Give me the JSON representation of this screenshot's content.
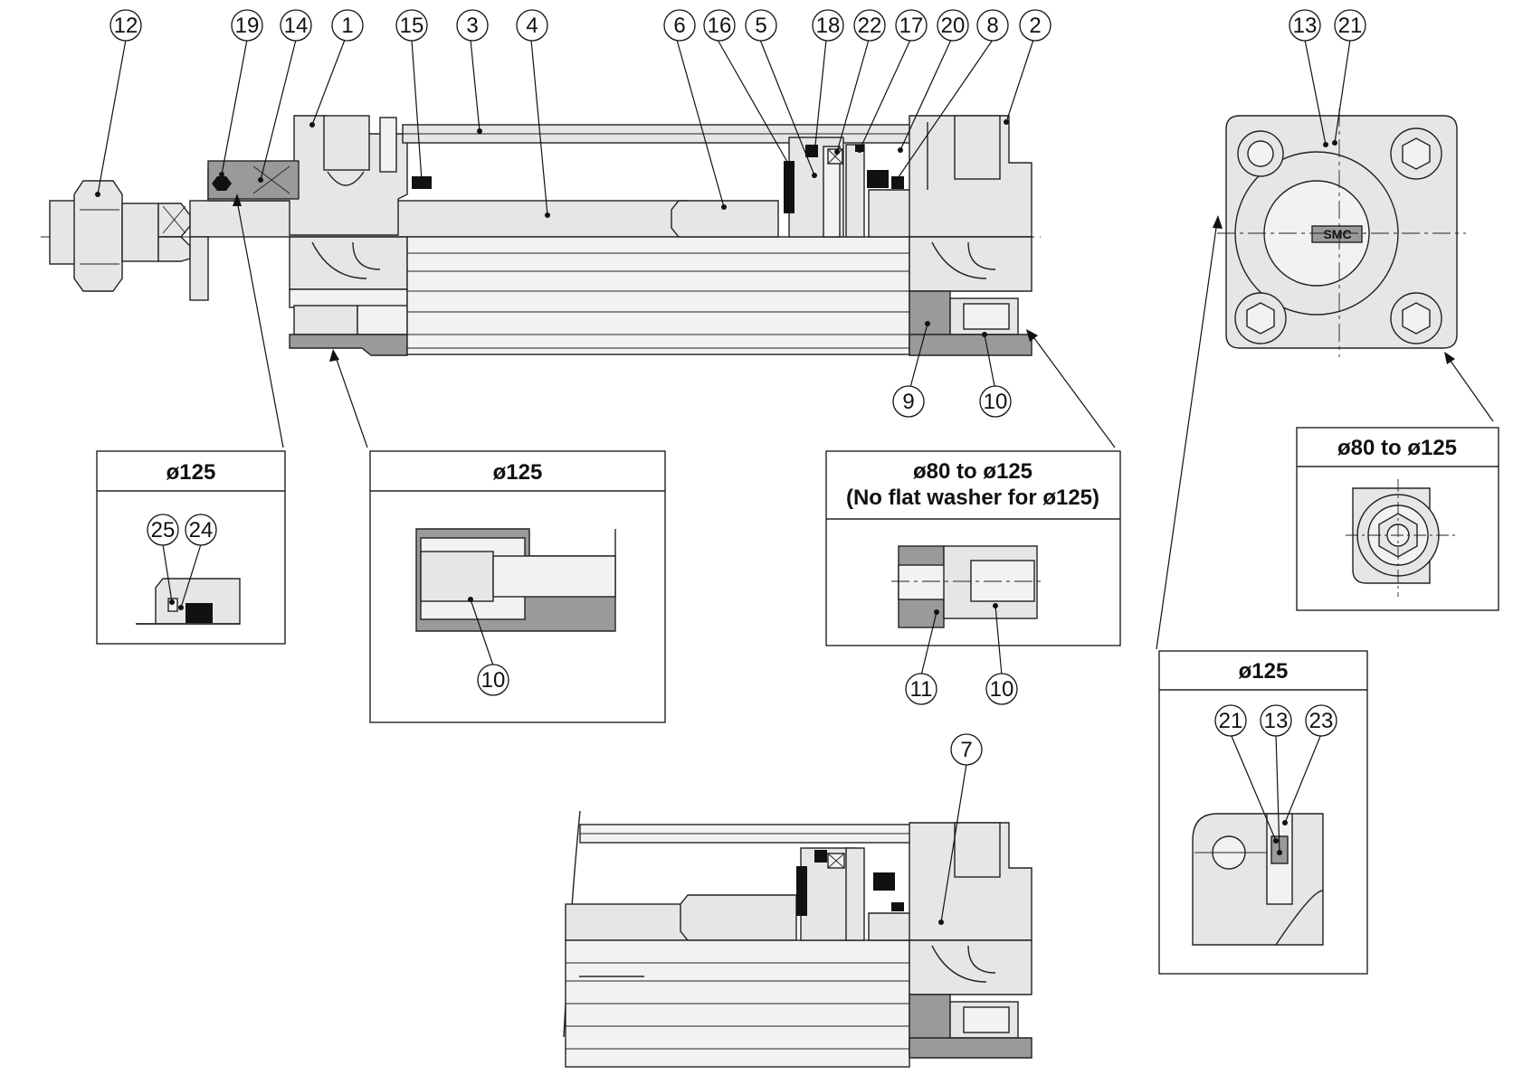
{
  "callouts": {
    "c1": "1",
    "c2": "2",
    "c3": "3",
    "c4": "4",
    "c5": "5",
    "c6": "6",
    "c7": "7",
    "c8": "8",
    "c9": "9",
    "c10": "10",
    "c11": "11",
    "c12": "12",
    "c13": "13",
    "c14": "14",
    "c15": "15",
    "c16": "16",
    "c17": "17",
    "c18": "18",
    "c19": "19",
    "c20": "20",
    "c21": "21",
    "c22": "22",
    "c23": "23",
    "c24": "24",
    "c25": "25"
  },
  "detail_boxes": {
    "rod_seal": {
      "title": "ø125"
    },
    "head_nut": {
      "title": "ø125"
    },
    "tie_rod_nut": {
      "title_line1": "ø80 to ø125",
      "title_line2": "(No flat washer for ø125)"
    },
    "end_view_nut": {
      "title": "ø80 to ø125"
    },
    "cushion_valve": {
      "title": "ø125"
    }
  },
  "logo_text": "SMC"
}
